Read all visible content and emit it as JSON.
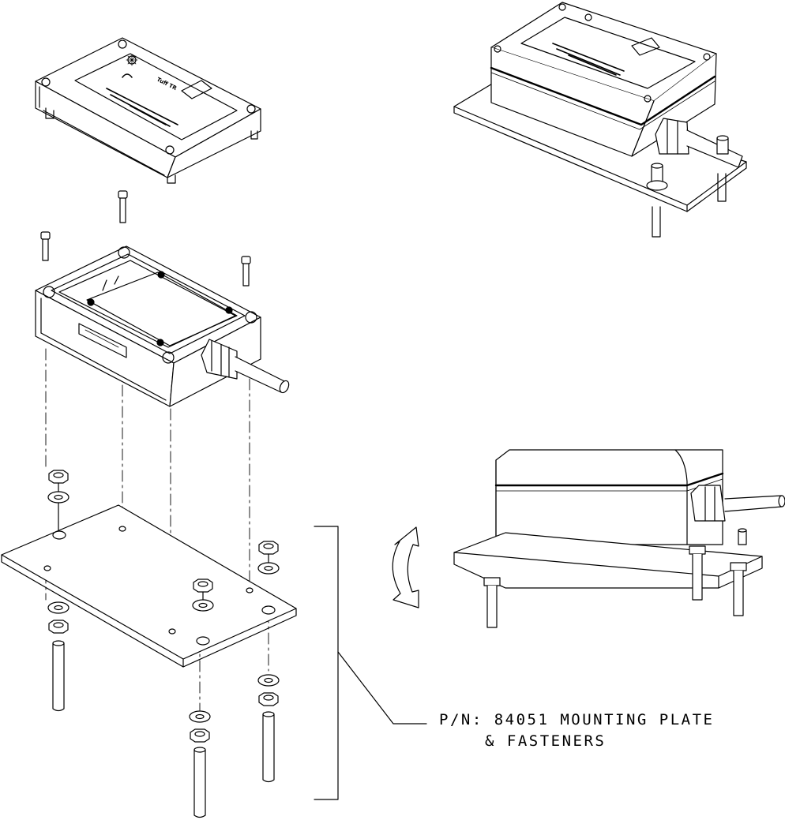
{
  "callout": {
    "line1": "P/N: 84051 MOUNTING PLATE",
    "line2": "& FASTENERS"
  },
  "product_label": {
    "model": "Tuff TR"
  },
  "colors": {
    "ink": "#000000",
    "paper": "#ffffff"
  }
}
